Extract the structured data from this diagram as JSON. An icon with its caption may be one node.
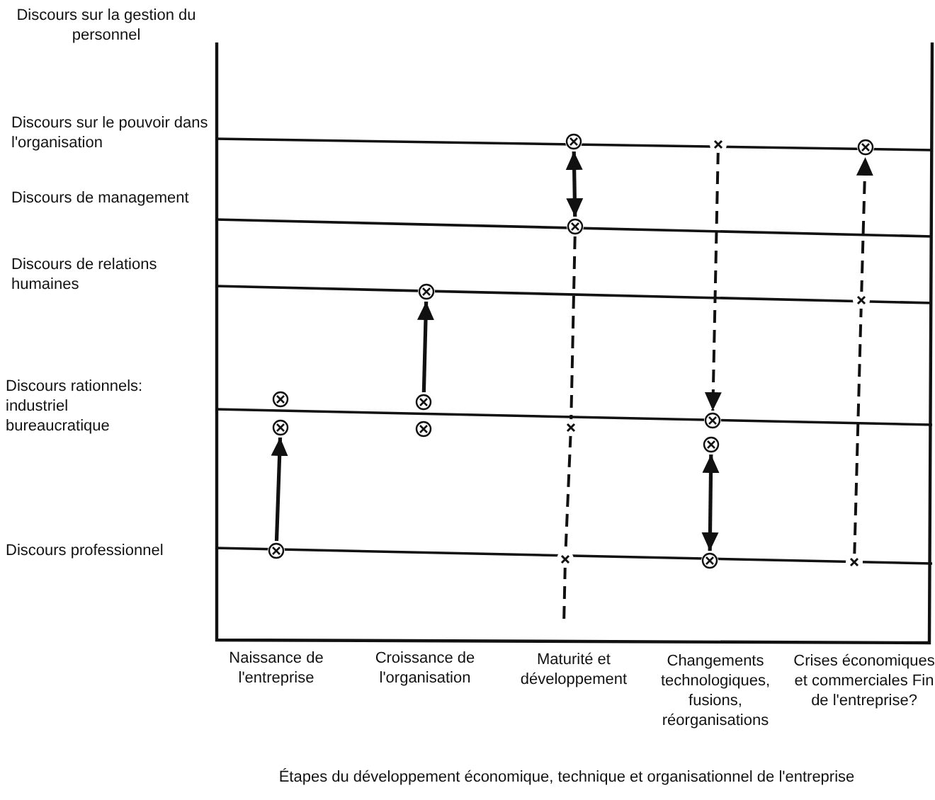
{
  "diagram": {
    "caption": "Étapes du développement économique, technique et organisationnel de l'entreprise",
    "nodes": [
      {
        "text": [],
        "shape": "circle"
      },
      {
        "text": [],
        "shape": "cross"
      },
      {
        "text": [],
        "shape": "circle"
      },
      {
        "text": [],
        "shape": "circle"
      },
      {
        "text": [],
        "shape": "circle"
      },
      {
        "text": [],
        "shape": "cross"
      },
      {
        "text": [],
        "shape": "circle"
      },
      {
        "text": [],
        "shape": "circle"
      },
      {
        "text": [],
        "shape": "circle"
      },
      {
        "text": [],
        "shape": "circle"
      },
      {
        "text": [],
        "shape": "cross"
      },
      {
        "text": [],
        "shape": "circle"
      },
      {
        "text": [],
        "shape": "circle"
      },
      {
        "text": [],
        "shape": "circle"
      },
      {
        "text": [],
        "shape": "cross"
      },
      {
        "text": [],
        "shape": "circle"
      },
      {
        "text": [],
        "shape": "cross"
      }
    ],
    "edges": [
      {
        "from": 3,
        "to": 0,
        "arrow": "both"
      },
      {
        "from": 1,
        "to": 11,
        "arrow": "to",
        "style": "dashed"
      },
      {
        "from": 16,
        "to": 5,
        "arrow": "none",
        "style": "dashed"
      },
      {
        "from": 5,
        "to": 2,
        "arrow": "to",
        "style": "dashed"
      },
      {
        "from": 3,
        "to": 10,
        "arrow": "none",
        "style": "dashed"
      },
      {
        "from": 10,
        "to": 14,
        "arrow": "none",
        "style": "dashed"
      },
      {
        "from": 14,
        "to": null,
        "arrow": "none",
        "style": "dashed"
      },
      {
        "from": 7,
        "to": 4,
        "arrow": "to"
      },
      {
        "from": 13,
        "to": 8,
        "arrow": "to"
      },
      {
        "from": 15,
        "to": 12,
        "arrow": "both"
      }
    ],
    "labels": [
      "Discours sur la gestion du personnel",
      "Discours sur le pouvoir dans l'organisation",
      "Discours de management",
      "Discours de relations humaines",
      "Discours rationnels: industriel bureaucratique",
      "Discours professionnel",
      "Naissance de l'entreprise",
      "Croissance de l'organisation",
      "Maturité et développement",
      "Changements technologiques, fusions, réorganisations",
      "Crises économiques et commerciales Fin de l'entreprise?"
    ]
  }
}
